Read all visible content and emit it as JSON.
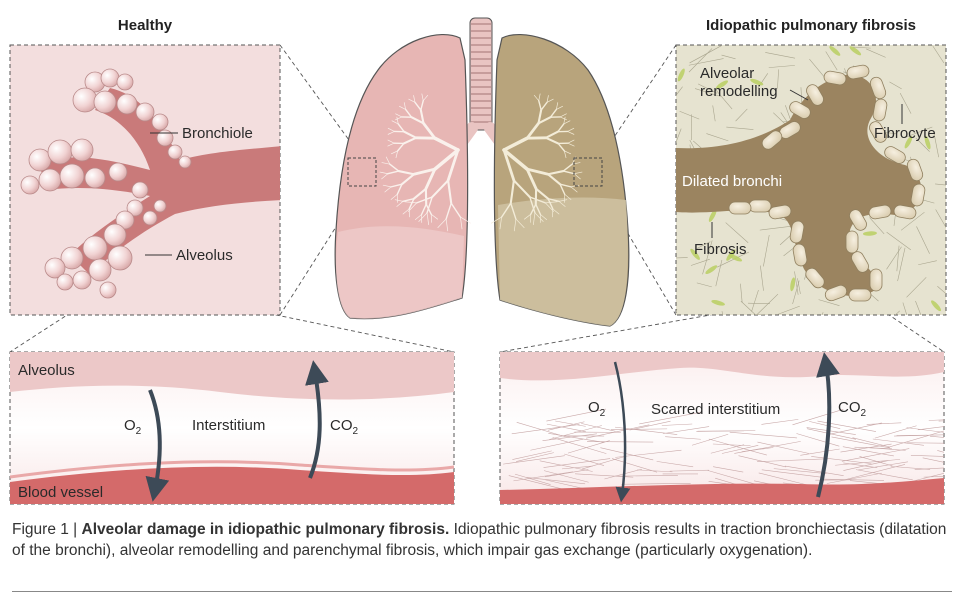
{
  "healthy_panel": {
    "title": "Healthy",
    "bronchiole_label": "Bronchiole",
    "alveolus_label": "Alveolus"
  },
  "ipf_panel": {
    "title": "Idiopathic pulmonary fibrosis",
    "remodelling_label_line1": "Alveolar",
    "remodelling_label_line2": "remodelling",
    "fibrocyte_label": "Fibrocyte",
    "dilated_label": "Dilated bronchi",
    "fibrosis_label": "Fibrosis"
  },
  "healthy_exchange": {
    "alveolus_label": "Alveolus",
    "o2_label": "O",
    "o2_sub": "2",
    "interstitium_label": "Interstitium",
    "co2_label": "CO",
    "co2_sub": "2",
    "vessel_label": "Blood vessel"
  },
  "ipf_exchange": {
    "o2_label": "O",
    "o2_sub": "2",
    "interstitium_label": "Scarred interstitium",
    "co2_label": "CO",
    "co2_sub": "2"
  },
  "caption": {
    "prefix": "Figure 1 | ",
    "title": "Alveolar damage in idiopathic pulmonary fibrosis.",
    "body": " Idiopathic pulmonary fibrosis results in traction bronchiectasis (dilatation of the bronchi), alveolar remodelling and parenchymal fibrosis, which impair gas exchange (particularly oxygenation)."
  },
  "colors": {
    "healthy_bg": "#f3dede",
    "healthy_tissue": "#c97a7a",
    "alveolus_ball": "#f2d6d6",
    "ipf_bg": "#e6e3d0",
    "ipf_bronchi": "#9b8460",
    "vessel": "#d46a6a",
    "arrow": "#3d4a57",
    "lung_healthy": "#e7b6b4",
    "lung_ipf": "#b8a47c"
  }
}
